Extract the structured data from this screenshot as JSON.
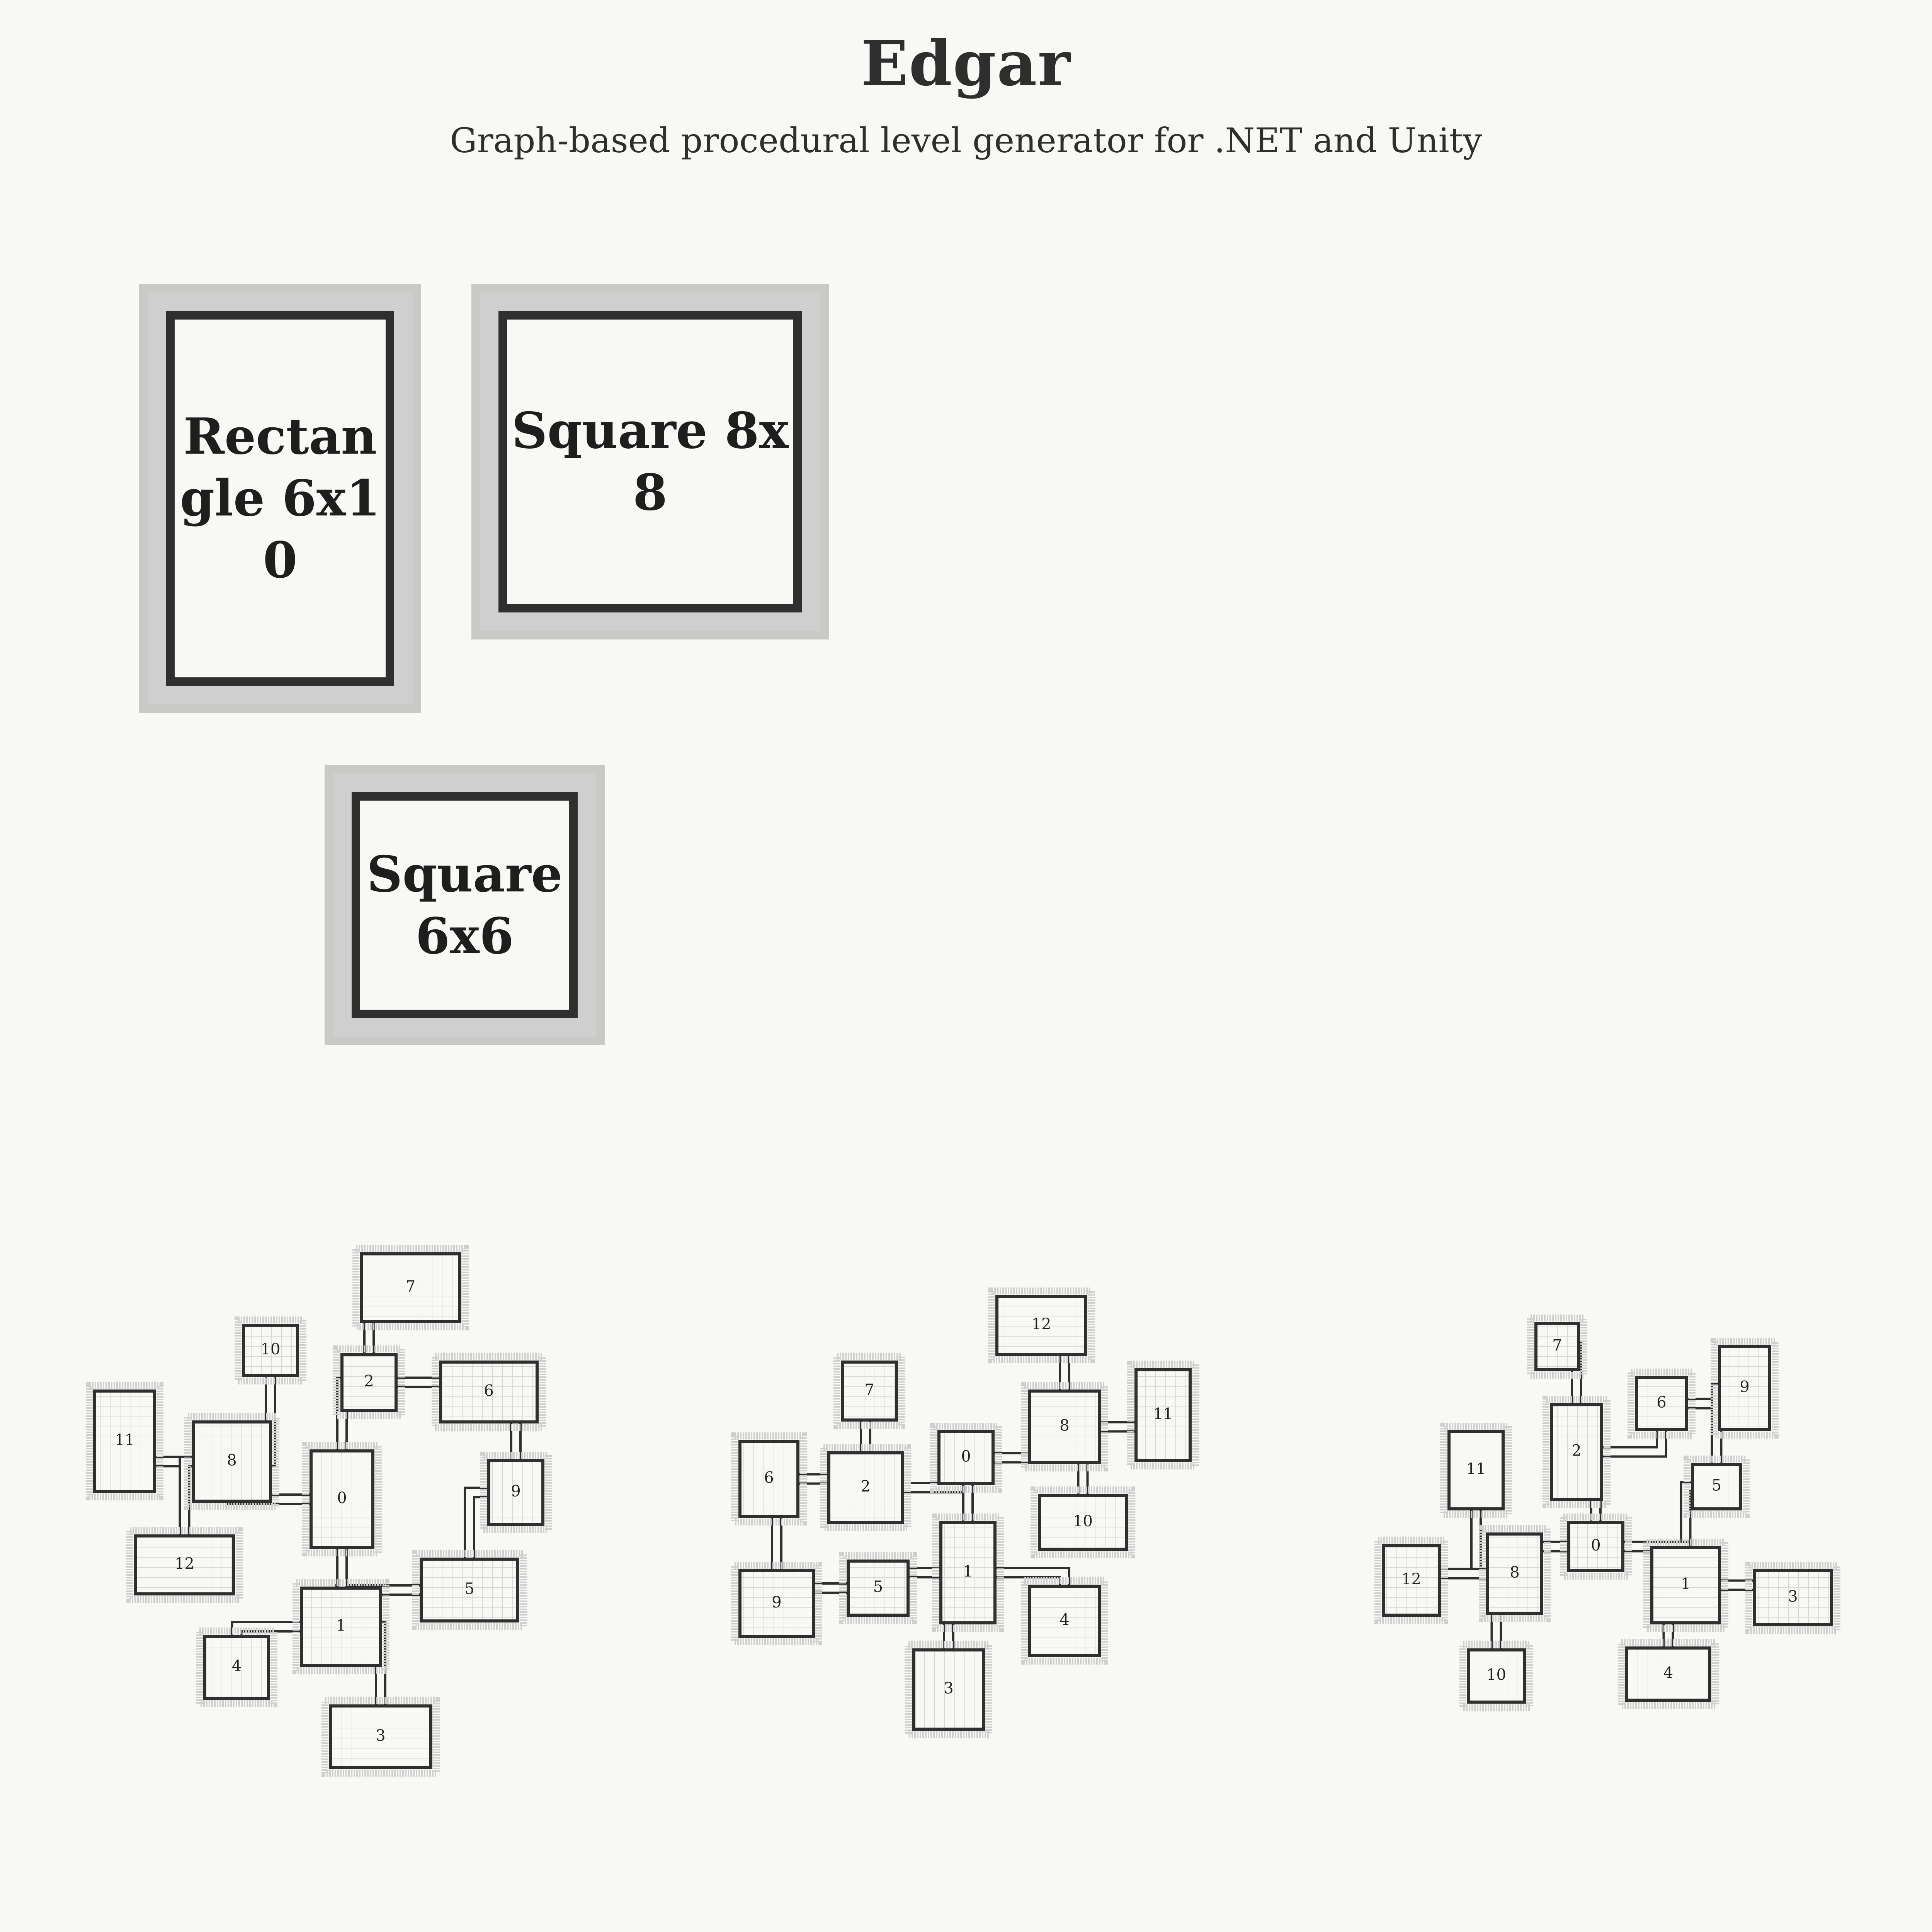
{
  "header": {
    "title": "Edgar",
    "subtitle": "Graph-based procedural level generator for .NET and Unity"
  },
  "room_shapes": [
    {
      "label": "Rectangle 6x10"
    },
    {
      "label": "Square 8x8"
    },
    {
      "label": "Square 6x6"
    }
  ],
  "colors": {
    "background": "#f8f8f4",
    "wall": "#2f2f2f",
    "hatch": "#cfcfcf",
    "grid": "#d8d8d8"
  },
  "layouts": [
    {
      "rooms": [
        {
          "label": "7"
        },
        {
          "label": "10"
        },
        {
          "label": "2"
        },
        {
          "label": "6"
        },
        {
          "label": "11"
        },
        {
          "label": "8"
        },
        {
          "label": "0"
        },
        {
          "label": "9"
        },
        {
          "label": "12"
        },
        {
          "label": "5"
        },
        {
          "label": "1"
        },
        {
          "label": "4"
        },
        {
          "label": "3"
        }
      ]
    },
    {
      "rooms": [
        {
          "label": "12"
        },
        {
          "label": "7"
        },
        {
          "label": "8"
        },
        {
          "label": "11"
        },
        {
          "label": "0"
        },
        {
          "label": "6"
        },
        {
          "label": "2"
        },
        {
          "label": "10"
        },
        {
          "label": "1"
        },
        {
          "label": "9"
        },
        {
          "label": "5"
        },
        {
          "label": "4"
        },
        {
          "label": "3"
        }
      ]
    },
    {
      "rooms": [
        {
          "label": "7"
        },
        {
          "label": "6"
        },
        {
          "label": "9"
        },
        {
          "label": "2"
        },
        {
          "label": "11"
        },
        {
          "label": "5"
        },
        {
          "label": "0"
        },
        {
          "label": "12"
        },
        {
          "label": "8"
        },
        {
          "label": "1"
        },
        {
          "label": "3"
        },
        {
          "label": "10"
        },
        {
          "label": "4"
        }
      ]
    }
  ]
}
